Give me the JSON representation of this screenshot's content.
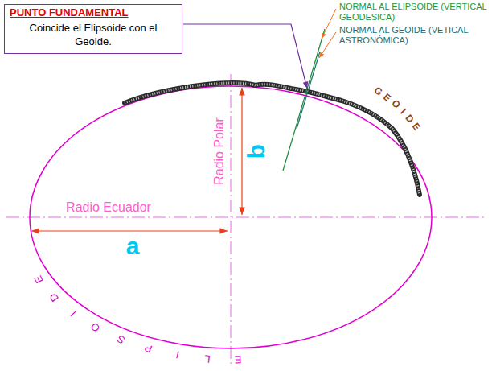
{
  "diagram": {
    "nodes": [
      {
        "text": [
          "PUNTO FUNDAMENTAL",
          "Coincide el Elipsoide con el Geoide."
        ]
      }
    ],
    "labels": [
      "NORMAL AL ELIPSOIDE (VERTICAL GEODESICA)",
      "NORMAL AL GEOIDE (VETICAL ASTRONÓMICA)",
      "Radio Ecuador",
      "a",
      "Radio Polar",
      "b",
      "GEOIDE",
      "ELIPSOIDE"
    ]
  }
}
